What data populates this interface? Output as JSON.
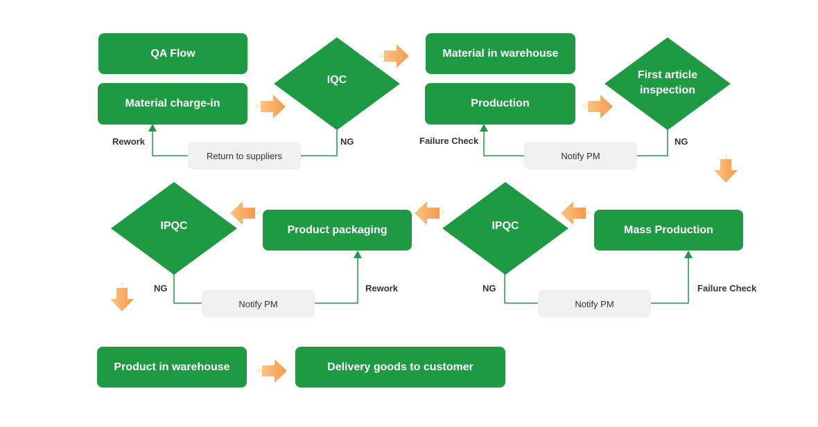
{
  "title": "QA Flow",
  "colors": {
    "node_fill": "#1e9a43",
    "node_text": "#ffffff",
    "note_fill": "#f0f0f0",
    "connector": "#1e9a43",
    "flow_arrow": "#f7a35c",
    "label_text": "#333333"
  },
  "nodes": {
    "qa_flow": "QA Flow",
    "material_charge_in": "Material charge-in",
    "iqc": "IQC",
    "material_in_warehouse": "Material in warehouse",
    "production": "Production",
    "first_article_inspection_line1": "First article",
    "first_article_inspection_line2": "inspection",
    "mass_production": "Mass Production",
    "ipqc_right": "IPQC",
    "product_packaging": "Product packaging",
    "ipqc_left": "IPQC",
    "product_in_warehouse": "Product in warehouse",
    "delivery_goods": "Delivery goods to customer"
  },
  "notes": {
    "return_to_suppliers": "Return to suppliers",
    "notify_pm_1": "Notify PM",
    "notify_pm_2": "Notify PM",
    "notify_pm_3": "Notify PM"
  },
  "labels": {
    "rework_1": "Rework",
    "ng_1": "NG",
    "failure_check_1": "Failure Check",
    "ng_2": "NG",
    "ng_3": "NG",
    "failure_check_2": "Failure Check",
    "ng_4": "NG",
    "rework_2": "Rework"
  },
  "icons": {
    "flow_arrow": "block-arrow-icon"
  }
}
